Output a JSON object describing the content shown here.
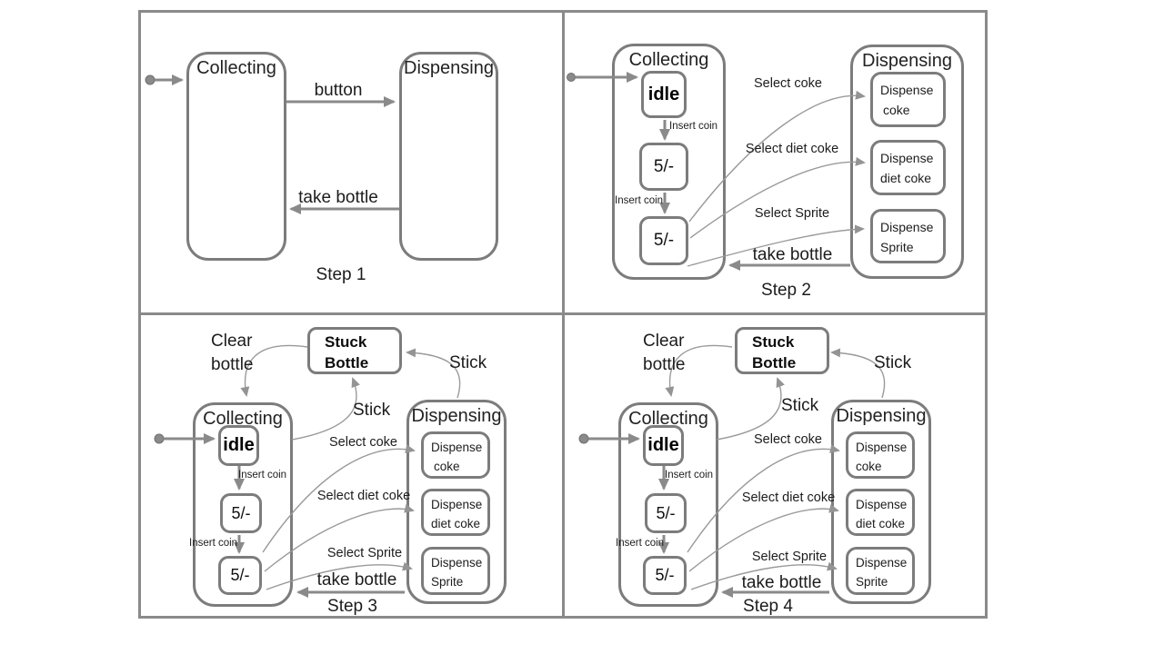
{
  "colors": {
    "background": "#ffffff",
    "frame_border": "#8a8a8a",
    "state_border": "#7c7c7c",
    "solid_arrow": "#8a8a8a",
    "curved_arrow": "#9a9a9a",
    "text": "#1c1c1c"
  },
  "machine": {
    "states": {
      "collecting": "Collecting",
      "dispensing": "Dispensing",
      "idle": "idle",
      "coin_5": "5/-",
      "stuck_bottle_lines": [
        "Stuck",
        "Bottle"
      ],
      "dispense_coke_lines": [
        "Dispense",
        "coke"
      ],
      "dispense_diet_coke_lines": [
        "Dispense",
        "diet coke"
      ],
      "dispense_sprite_lines": [
        "Dispense",
        "Sprite"
      ]
    },
    "transitions": {
      "button": "button",
      "take_bottle": "take bottle",
      "insert_coin": "Insert coin",
      "select_coke": "Select coke",
      "select_diet_coke": "Select diet coke",
      "select_sprite": "Select Sprite",
      "stick": "Stick",
      "clear_bottle_lines": [
        "Clear",
        "bottle"
      ]
    }
  },
  "panels": [
    {
      "caption": "Step 1"
    },
    {
      "caption": "Step 2"
    },
    {
      "caption": "Step 3"
    },
    {
      "caption": "Step 4"
    }
  ]
}
